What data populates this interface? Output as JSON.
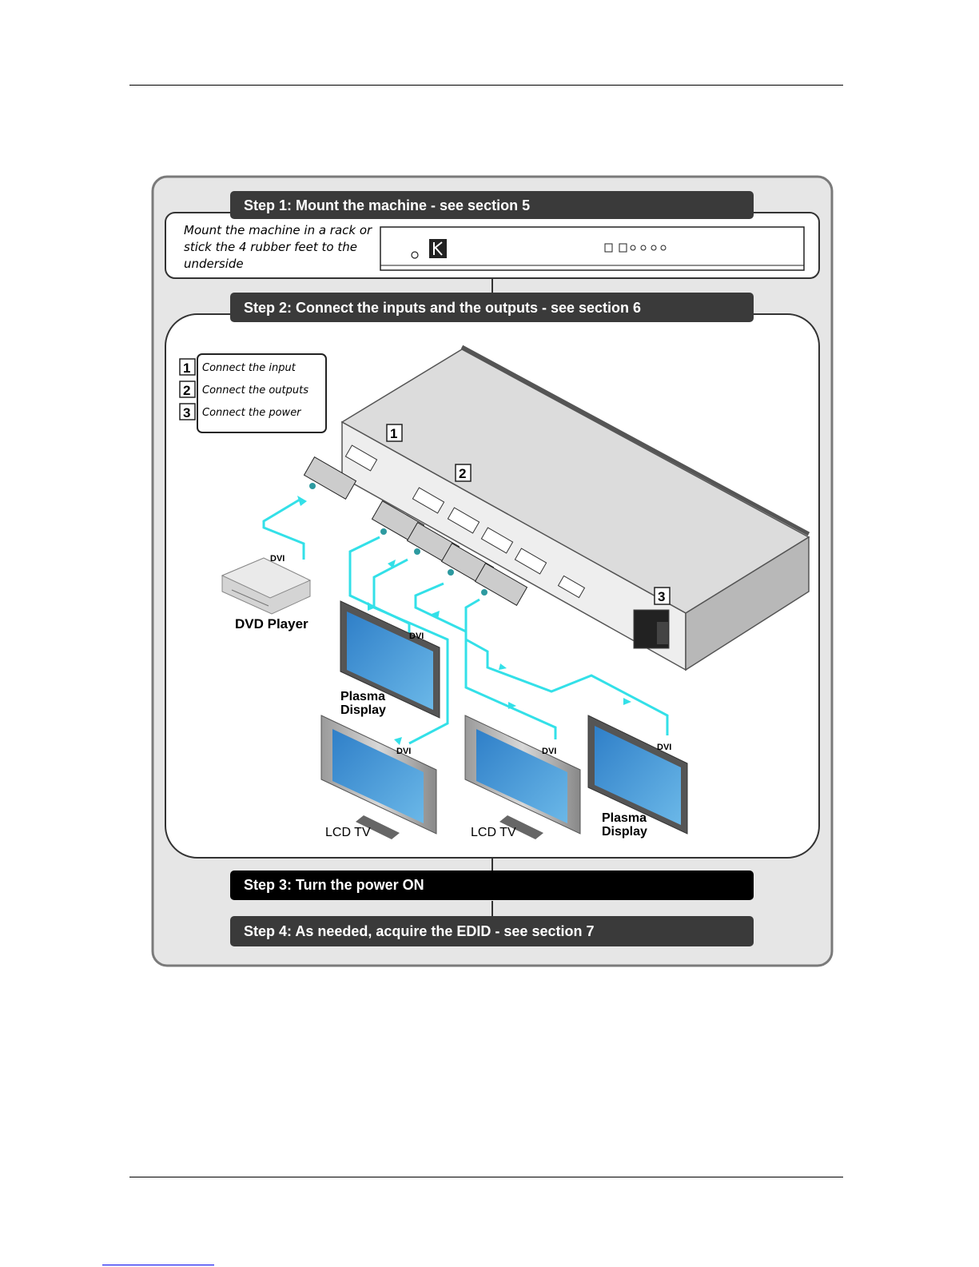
{
  "steps": [
    {
      "label": "Step 1: Mount the machine - see section 5"
    },
    {
      "label": "Step 2: Connect the inputs and the outputs - see section 6"
    },
    {
      "label": "Step 3: Turn the power ON"
    },
    {
      "label": "Step 4: As needed, acquire the EDID - see section 7"
    }
  ],
  "mount_text": [
    "Mount the machine in a rack or",
    "stick the 4 rubber feet to the",
    "underside"
  ],
  "legend": [
    {
      "num": "1",
      "text": "Connect the input"
    },
    {
      "num": "2",
      "text": "Connect the outputs"
    },
    {
      "num": "3",
      "text": "Connect the power"
    }
  ],
  "callouts": [
    "1",
    "2",
    "3"
  ],
  "devices": {
    "dvd_player": "DVD Player",
    "plasma_display": [
      "Plasma",
      "Display"
    ],
    "lcd_tv": "LCD TV"
  },
  "cable_label": "DVI",
  "colors": {
    "step_bar": "#3a3a3a",
    "step3_bar": "#000000",
    "panel_bg": "#e6e6e6",
    "cable": "#33e0e8",
    "screen": "#3a8fd0"
  }
}
